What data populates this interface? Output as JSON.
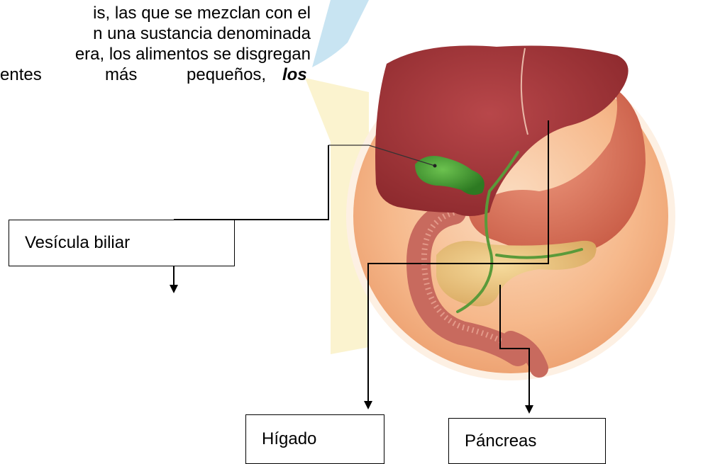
{
  "paragraph": {
    "line1": "is, las que se mezclan con el",
    "line2": "n una sustancia denominada",
    "line3": "era, los alimentos se disgregan",
    "line4": {
      "w1": "entes",
      "w2": "más",
      "w3": "pequeños,",
      "w4": "los"
    }
  },
  "labels": {
    "vesicula": "Vesícula biliar",
    "higado": "Hígado",
    "pancreas": "Páncreas"
  },
  "colors": {
    "circle_fill": "#f6c29a",
    "circle_ring": "#fbe3cf",
    "liver": "#a9393c",
    "gallbladder": "#3c9a2f",
    "stomach": "#d9735a",
    "pancreas": "#e8c27a",
    "duodenum": "#c86a5e",
    "blue_band": "#c8e4f2",
    "yellow_band": "#fbf3cf"
  }
}
